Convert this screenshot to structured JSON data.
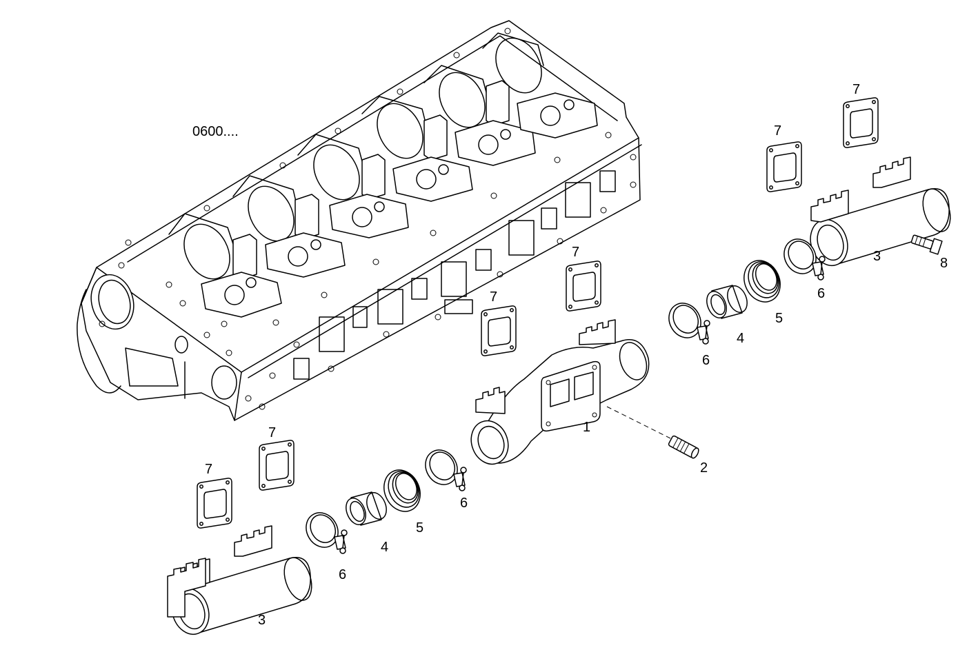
{
  "reference": "0600....",
  "callouts": {
    "manifold_center": "1",
    "stud": "2",
    "manifold_right": "3",
    "manifold_left": "3",
    "sleeve_right": "4",
    "sleeve_left": "4",
    "bellows_right": "5",
    "bellows_left": "5",
    "clamp_right_a": "6",
    "clamp_right_b": "6",
    "clamp_left_a": "6",
    "clamp_left_b": "6",
    "gasket_top_a": "7",
    "gasket_top_b": "7",
    "gasket_mid_a": "7",
    "gasket_mid_b": "7",
    "gasket_low_a": "7",
    "gasket_low_b": "7",
    "bolt": "8"
  }
}
